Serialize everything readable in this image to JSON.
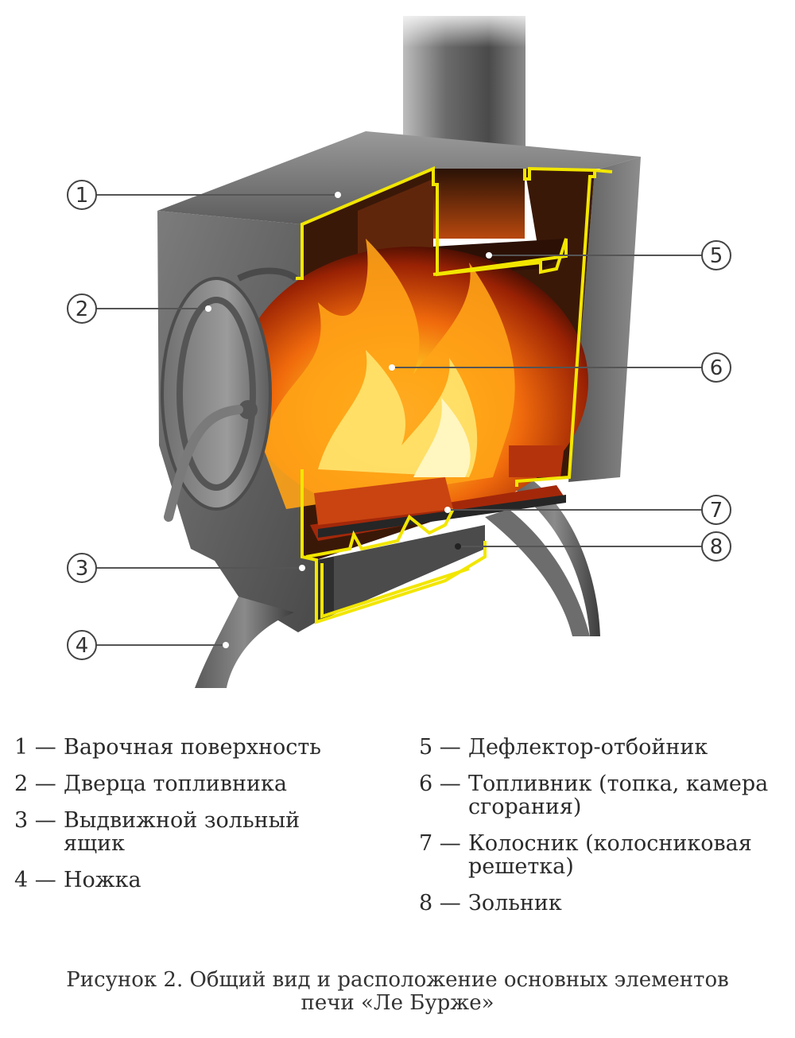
{
  "callouts": [
    {
      "number": "1"
    },
    {
      "number": "2"
    },
    {
      "number": "3"
    },
    {
      "number": "4"
    },
    {
      "number": "5"
    },
    {
      "number": "6"
    },
    {
      "number": "7"
    },
    {
      "number": "8"
    }
  ],
  "legend": {
    "left": [
      {
        "num": "1 —",
        "text": "Варочная поверхность"
      },
      {
        "num": "2 —",
        "text": "Дверца топливника"
      },
      {
        "num": "3 —",
        "text": "Выдвижной зольный ящик"
      },
      {
        "num": "4 —",
        "text": "Ножка"
      }
    ],
    "right": [
      {
        "num": "5 —",
        "text": "Дефлектор-отбойник"
      },
      {
        "num": "6 —",
        "text": "Топливник (топка, камера сгорания)"
      },
      {
        "num": "7 —",
        "text": "Колосник (колосниковая решетка)"
      },
      {
        "num": "8 —",
        "text": "Зольник"
      }
    ]
  },
  "caption": {
    "line1": "Рисунок 2.  Общий вид и расположение основных элементов",
    "line2": "печи «Ле Бурже»"
  },
  "colors": {
    "cutaway_outline": "#f2e600",
    "steel_dark": "#3e3e3e",
    "steel_mid": "#6a6a6a",
    "steel_light": "#a9a9a9",
    "flame_core": "#ffd23a",
    "flame_outer": "#e8480a",
    "callout_line": "#555555"
  }
}
